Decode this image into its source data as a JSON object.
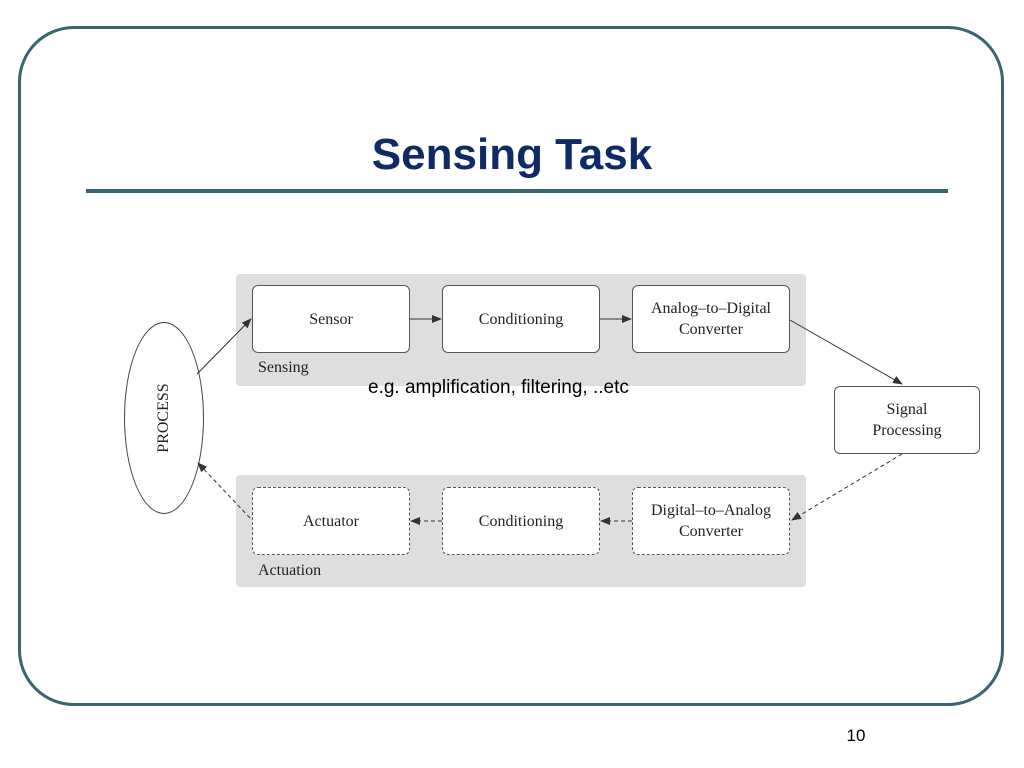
{
  "slide": {
    "title": "Sensing Task",
    "page_number": "10",
    "note": "e.g. amplification, filtering, ..etc"
  },
  "diagram": {
    "process": "PROCESS",
    "sensing": {
      "group_label": "Sensing",
      "sensor": "Sensor",
      "conditioning": "Conditioning",
      "adc": "Analog–to–Digital\nConverter"
    },
    "signal_processing": "Signal\nProcessing",
    "actuation": {
      "group_label": "Actuation",
      "dac": "Digital–to–Analog\nConverter",
      "conditioning": "Conditioning",
      "actuator": "Actuator"
    }
  }
}
